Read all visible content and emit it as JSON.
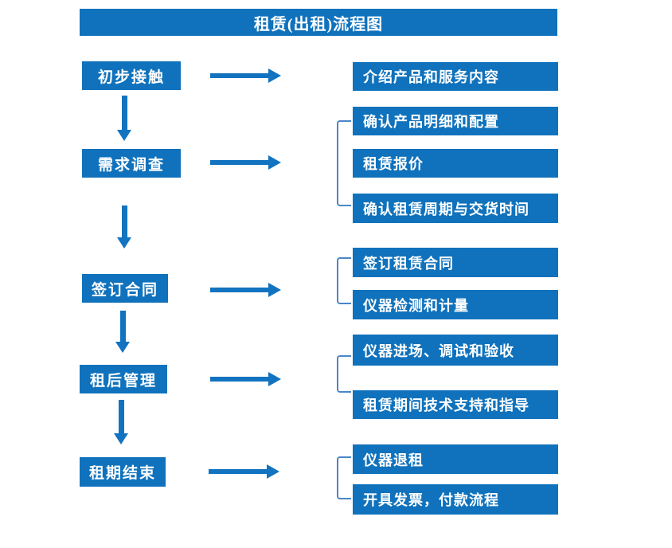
{
  "title": "租赁(出租)流程图",
  "colors": {
    "box_blue": "#1072BC",
    "arrow_blue": "#1273C0",
    "bracket_blue": "#4A86C8",
    "text": "#FFFFFF",
    "background": "#FFFFFF"
  },
  "flow": [
    {
      "step": "初步接触",
      "details": [
        "介绍产品和服务内容"
      ]
    },
    {
      "step": "需求调查",
      "details": [
        "确认产品明细和配置",
        "租赁报价",
        "确认租赁周期与交货时间"
      ]
    },
    {
      "step": "签订合同",
      "details": [
        "签订租赁合同",
        "仪器检测和计量"
      ]
    },
    {
      "step": "租后管理",
      "details": [
        "仪器进场、调试和验收",
        "租赁期间技术支持和指导"
      ]
    },
    {
      "step": "租期结束",
      "details": [
        "仪器退租",
        "开具发票，付款流程"
      ]
    }
  ]
}
